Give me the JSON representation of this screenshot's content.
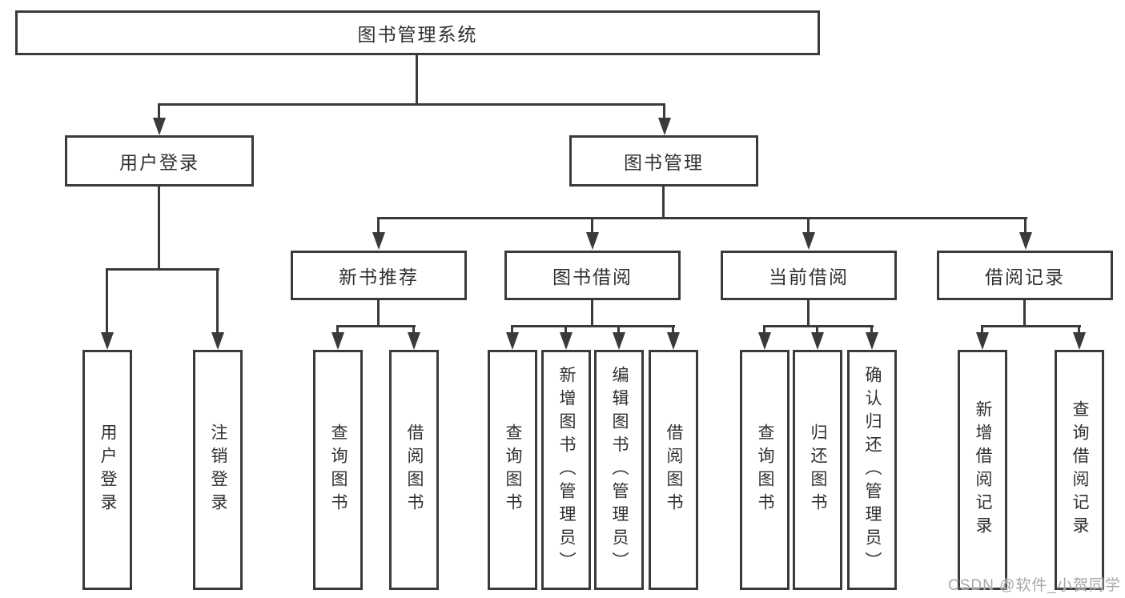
{
  "tree": {
    "label": "图书管理系统",
    "children": [
      {
        "label": "用户登录",
        "children": [
          {
            "label": "用户登录"
          },
          {
            "label": "注销登录"
          }
        ]
      },
      {
        "label": "图书管理",
        "children": [
          {
            "label": "新书推荐",
            "children": [
              {
                "label": "查询图书"
              },
              {
                "label": "借阅图书"
              }
            ]
          },
          {
            "label": "图书借阅",
            "children": [
              {
                "label": "查询图书"
              },
              {
                "label": "新增图书（管理员）"
              },
              {
                "label": "编辑图书（管理员）"
              },
              {
                "label": "借阅图书"
              }
            ]
          },
          {
            "label": "当前借阅",
            "children": [
              {
                "label": "查询图书"
              },
              {
                "label": "归还图书"
              },
              {
                "label": "确认归还（管理员）"
              }
            ]
          },
          {
            "label": "借阅记录",
            "children": [
              {
                "label": "新增借阅记录"
              },
              {
                "label": "查询借阅记录"
              }
            ]
          }
        ]
      }
    ]
  },
  "watermark": "CSDN @软件_小贺同学",
  "colors": {
    "line": "#3a3a3a",
    "text": "#303030",
    "watermark": "#a6a6ad",
    "background": "#ffffff"
  }
}
